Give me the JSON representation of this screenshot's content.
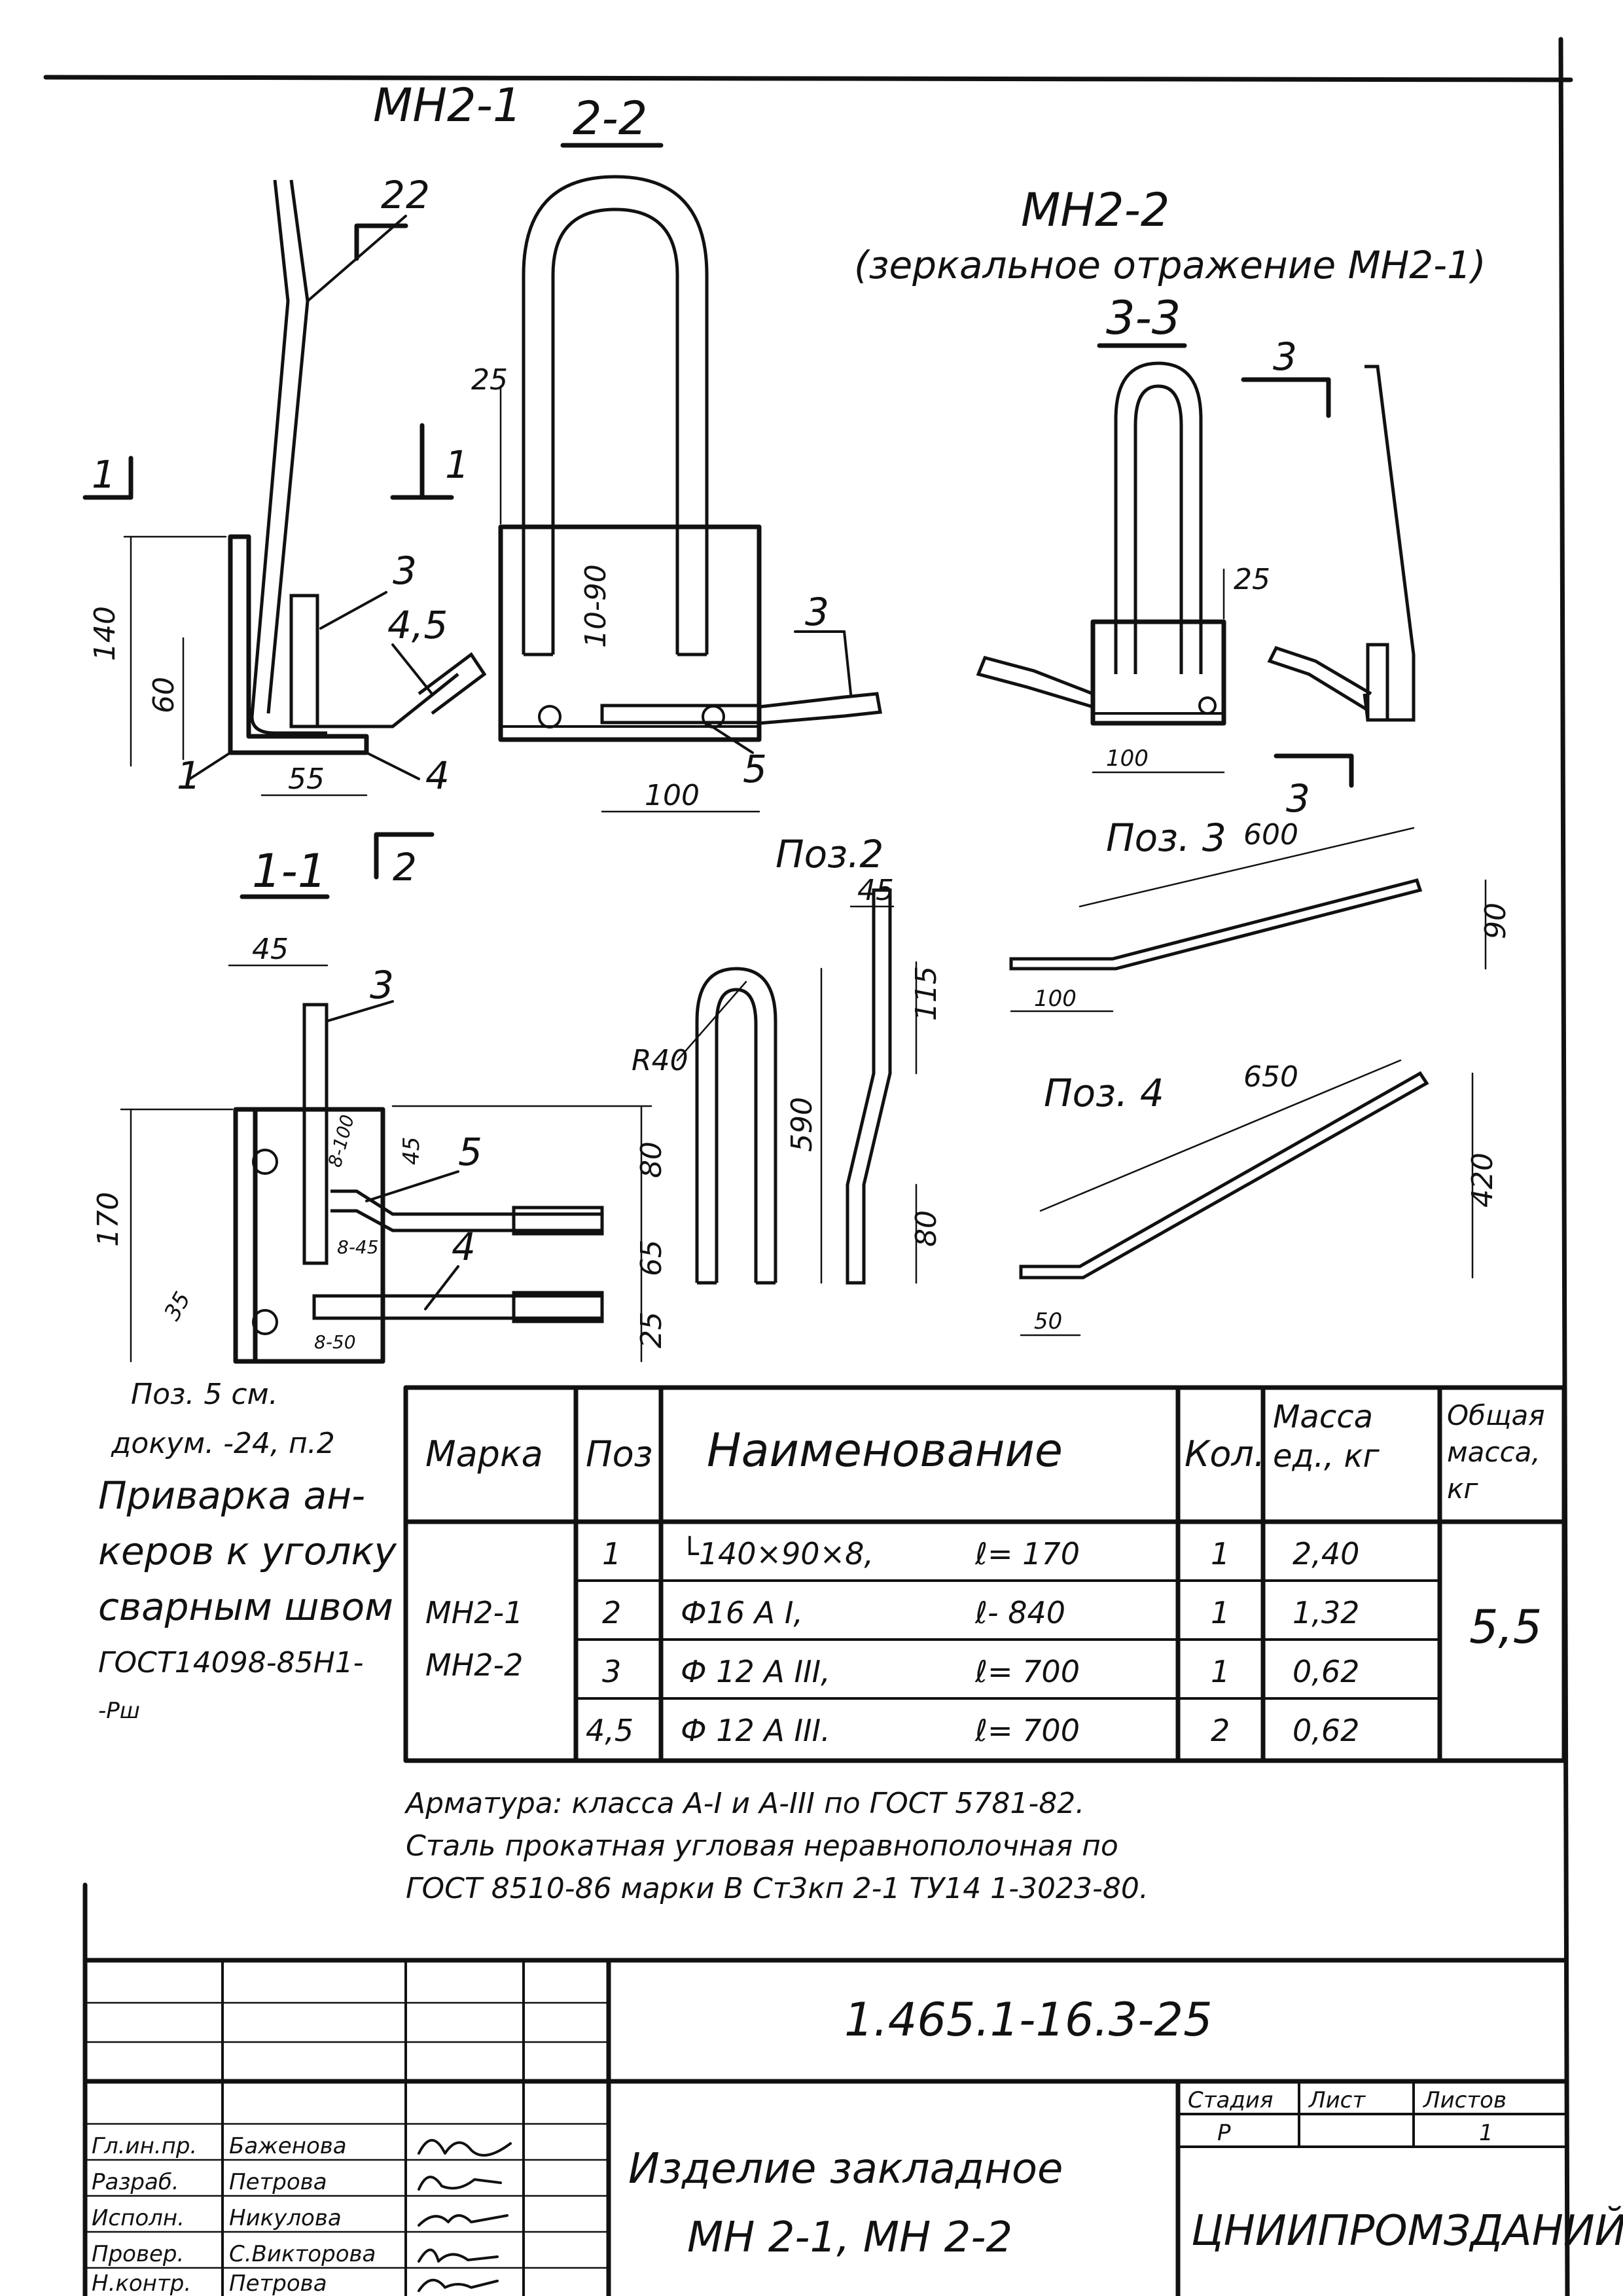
{
  "views": {
    "mn2_1_title": "МН2-1",
    "section_2_2_title": "2-2",
    "mn2_2_title": "МН2-2",
    "mn2_2_note": "(зеркальное отражение МН2-1)",
    "section_3_3_title": "3-3",
    "section_1_1_title": "1-1"
  },
  "callouts": {
    "pos1": "1",
    "pos2": "2",
    "pos3": "3",
    "pos4": "4",
    "pos5": "5",
    "pos45": "4,5",
    "cut1": "1",
    "cut2": "2",
    "cut3": "3"
  },
  "dimensions": {
    "d140": "140",
    "d60": "60",
    "d55": "55",
    "d25a": "25",
    "d10_90": "10-90",
    "d100a": "100",
    "d25b": "25",
    "d100b": "100",
    "d45a": "45",
    "d170": "170",
    "d45b": "45",
    "d80a": "80",
    "d65": "65",
    "d25c": "25",
    "d35": "35",
    "d_w100": "8-100",
    "d_w45": "8-45",
    "d_w50": "8-50",
    "r40": "R40",
    "d45c": "45",
    "d590": "590",
    "d115": "115",
    "d80b": "80",
    "d600": "600",
    "d90": "90",
    "d100c": "100",
    "d650": "650",
    "d420": "420",
    "d50": "50"
  },
  "part_labels": {
    "poz2": "Поз.2",
    "poz3": "Поз. 3",
    "poz4": "Поз. 4"
  },
  "side_note": [
    "Поз. 5 см.",
    "докум. -24, п.2",
    "Приварка ан-",
    "керов к уголку",
    "сварным швом",
    "ГОСТ14098-85Н1-",
    "-Рш"
  ],
  "spec_table": {
    "headers": {
      "mark": "Марка",
      "pos": "Поз",
      "name": "Наименование",
      "qty": "Кол.",
      "mass_unit": "Масса ед., кг",
      "mass_total": "Общая масса, кг"
    },
    "marks": [
      "МН2-1",
      "МН2-2"
    ],
    "total_mass": "5,5",
    "rows": [
      {
        "pos": "1",
        "name": "└140×90×8,",
        "len": "ℓ= 170",
        "qty": "1",
        "mass": "2,40"
      },
      {
        "pos": "2",
        "name": "Ф16 А I,",
        "len": "ℓ- 840",
        "qty": "1",
        "mass": "1,32"
      },
      {
        "pos": "3",
        "name": "Ф 12 А III,",
        "len": "ℓ= 700",
        "qty": "1",
        "mass": "0,62"
      },
      {
        "pos": "4,5",
        "name": "Ф 12 А III.",
        "len": "ℓ= 700",
        "qty": "2",
        "mass": "0,62"
      }
    ]
  },
  "notes": [
    "Арматура: класса А-I и А-III по ГОСТ 5781-82.",
    "Сталь прокатная угловая неравнополочная по",
    "ГОСТ 8510-86 марки В Ст3кп 2-1  ТУ14 1-3023-80."
  ],
  "title_block": {
    "code": "1.465.1-16.3-25",
    "name_line1": "Изделие закладное",
    "name_line2": "МН 2-1,  МН 2-2",
    "stage_label": "Стадия",
    "sheet_label": "Лист",
    "sheets_label": "Листов",
    "stage_value": "Р",
    "sheets_value": "1",
    "organization": "ЦНИИПРОМЗДАНИЙ",
    "roles": [
      "Гл.ин.пр.",
      "Разраб.",
      "Исполн.",
      "Провер.",
      "Н.контр."
    ],
    "names": [
      "Баженова",
      "Петрова",
      "Никулова",
      "С.Викторова",
      "Петрова"
    ]
  }
}
